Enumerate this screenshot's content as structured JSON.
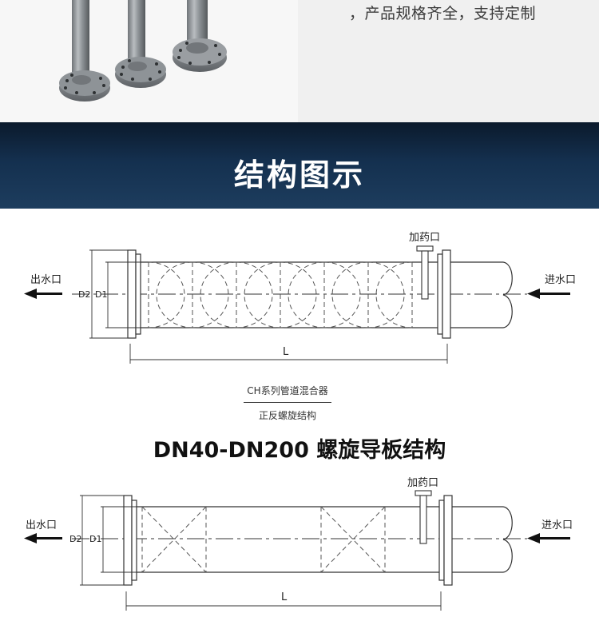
{
  "top": {
    "spec_text": "，产品规格齐全，支持定制"
  },
  "banner": {
    "title": "结构图示"
  },
  "diagram1": {
    "outlet": "出水口",
    "inlet": "进水口",
    "dosing": "加药口",
    "d1": "D1",
    "d2": "D2",
    "length": "L",
    "caption_top": "CH系列管道混合器",
    "caption_bottom": "正反螺旋结构"
  },
  "structure_title": "DN40-DN200  螺旋导板结构",
  "diagram2": {
    "outlet": "出水口",
    "inlet": "进水口",
    "dosing": "加药口",
    "d1": "D1",
    "d2": "D2",
    "length": "L"
  }
}
